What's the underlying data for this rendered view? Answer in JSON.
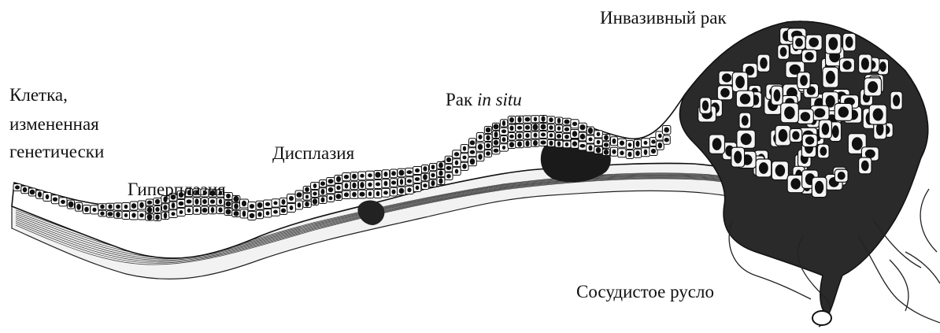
{
  "labels": {
    "genetic_cell_line1": "Клетка,",
    "genetic_cell_line2": "измененная",
    "genetic_cell_line3": "генетически",
    "hyperplasia": "Гиперплазия",
    "dysplasia": "Дисплазия",
    "cancer_in_situ_prefix": "Рак ",
    "cancer_in_situ_italic": "in situ",
    "invasive_cancer": "Инвазивный рак",
    "vascular_bed": "Сосудистое русло"
  },
  "colors": {
    "ink": "#111111",
    "background": "#ffffff",
    "tumor_dark": "#1a1a1a"
  }
}
